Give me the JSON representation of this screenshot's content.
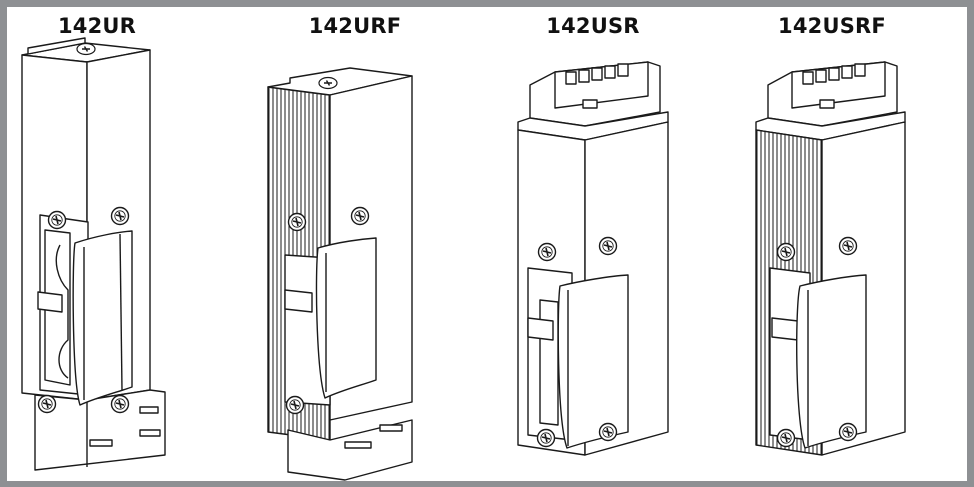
{
  "figure": {
    "border_color": "#8e9093",
    "line_color": "#1a1a1a",
    "products": [
      {
        "label": "142UR"
      },
      {
        "label": "142URF"
      },
      {
        "label": "142USR"
      },
      {
        "label": "142USRF"
      }
    ]
  }
}
